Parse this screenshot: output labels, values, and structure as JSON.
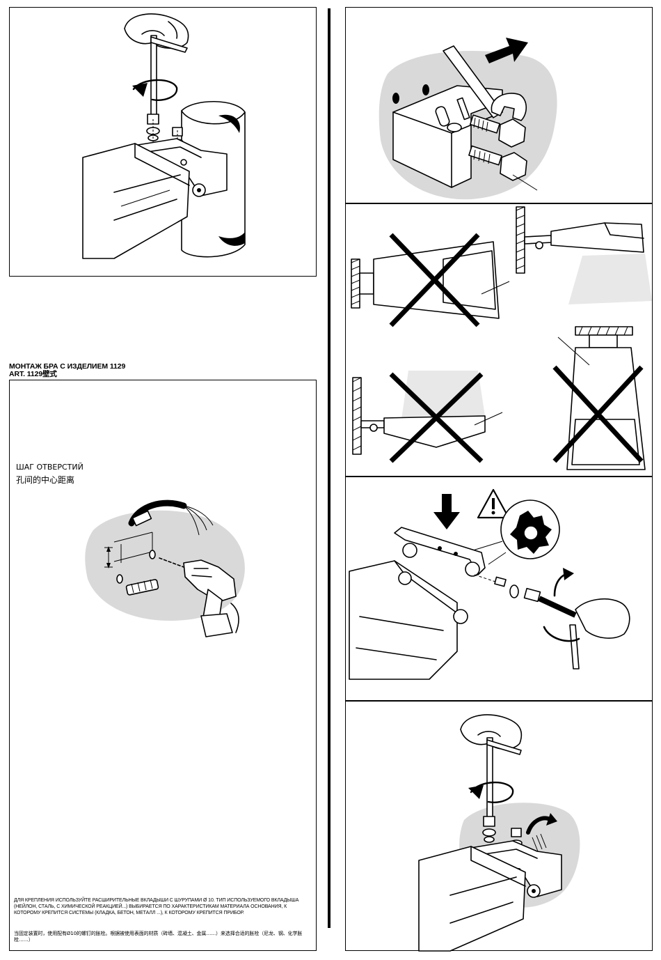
{
  "section": {
    "title_ru": "МОНТАЖ БРА С ИЗДЕЛИЕМ 1129",
    "title_alt": "ART. 1129壁式"
  },
  "drilling": {
    "label_ru": "ШАГ ОТВЕРСТИЙ",
    "label_zh": "孔间的中心距离"
  },
  "notes": {
    "ru": "ДЛЯ КРЕПЛЕНИЯ ИСПОЛЬЗУЙТЕ РАСШИРИТЕЛЬНЫЕ ВКЛАДЫШИ С ШУРУПАМИ Ø 10. ТИП ИСПОЛЬЗУЕМОГО ВКЛАДЫША (НЕЙЛОН, СТАЛЬ, С ХИМИЧЕСКОЙ РЕАКЦИЕЙ...) ВЫБИРАЕТСЯ ПО ХАРАКТЕРИСТИКАМ МАТЕРИАЛА ОСНОВАНИЯ, К КОТОРОМУ КРЕПИТСЯ СИСТЕМЫ (КЛАДКА, БЕТОН, МЕТАЛЛ ...), К КОТОРОМУ КРЕПИТСЯ ПРИБОР.",
    "zh": "当固定装置时，使用配有Ø10的螺钉的胀栓。根据被使用表面的材质（砖墙、混凝土、金属……）来选择合适的胀栓（尼龙、钢、化学胀栓……）"
  },
  "icons": [
    "hex-key",
    "rotation-arrow",
    "wrench",
    "push-arrow",
    "warning-triangle",
    "toothed-washer",
    "drill",
    "wall-plug",
    "cross-mark"
  ]
}
